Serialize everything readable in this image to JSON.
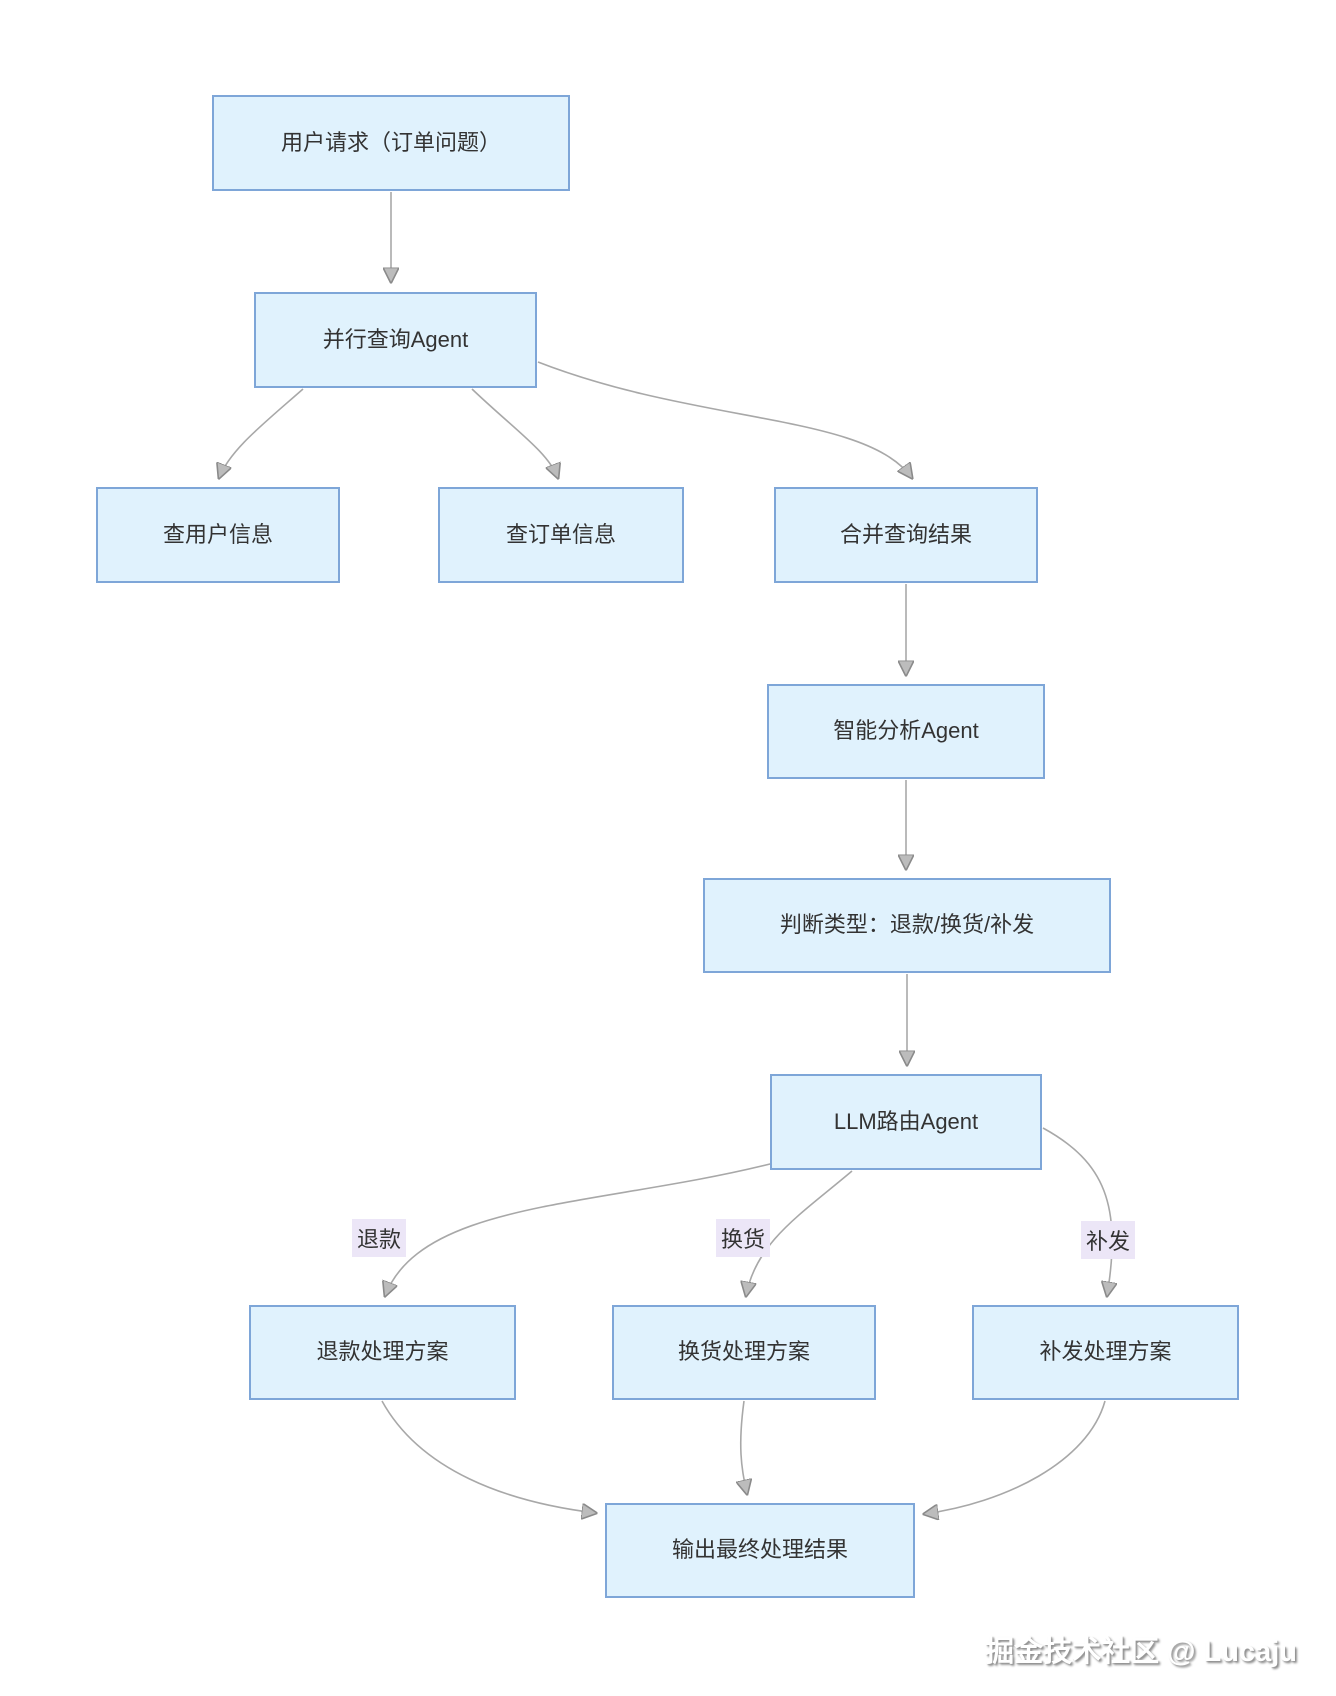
{
  "diagram": {
    "nodes": {
      "user_request": {
        "label": "用户请求（订单问题）"
      },
      "parallel_query_agent": {
        "label": "并行查询Agent"
      },
      "query_user_info": {
        "label": "查用户信息"
      },
      "query_order_info": {
        "label": "查订单信息"
      },
      "merge_results": {
        "label": "合并查询结果"
      },
      "analysis_agent": {
        "label": "智能分析Agent"
      },
      "judge_type": {
        "label": "判断类型：退款/换货/补发"
      },
      "llm_router_agent": {
        "label": "LLM路由Agent"
      },
      "refund_plan": {
        "label": "退款处理方案"
      },
      "exchange_plan": {
        "label": "换货处理方案"
      },
      "reship_plan": {
        "label": "补发处理方案"
      },
      "final_output": {
        "label": "输出最终处理结果"
      }
    },
    "edge_labels": {
      "refund": "退款",
      "exchange": "换货",
      "reship": "补发"
    },
    "colors": {
      "node_fill": "#e0f2fd",
      "node_border": "#7ea6d8",
      "edge": "#a8a8a8",
      "edge_label_bg": "#ece6f7",
      "text": "#333333"
    }
  },
  "watermark": {
    "text": "掘金技术社区 @ Lucaju"
  }
}
